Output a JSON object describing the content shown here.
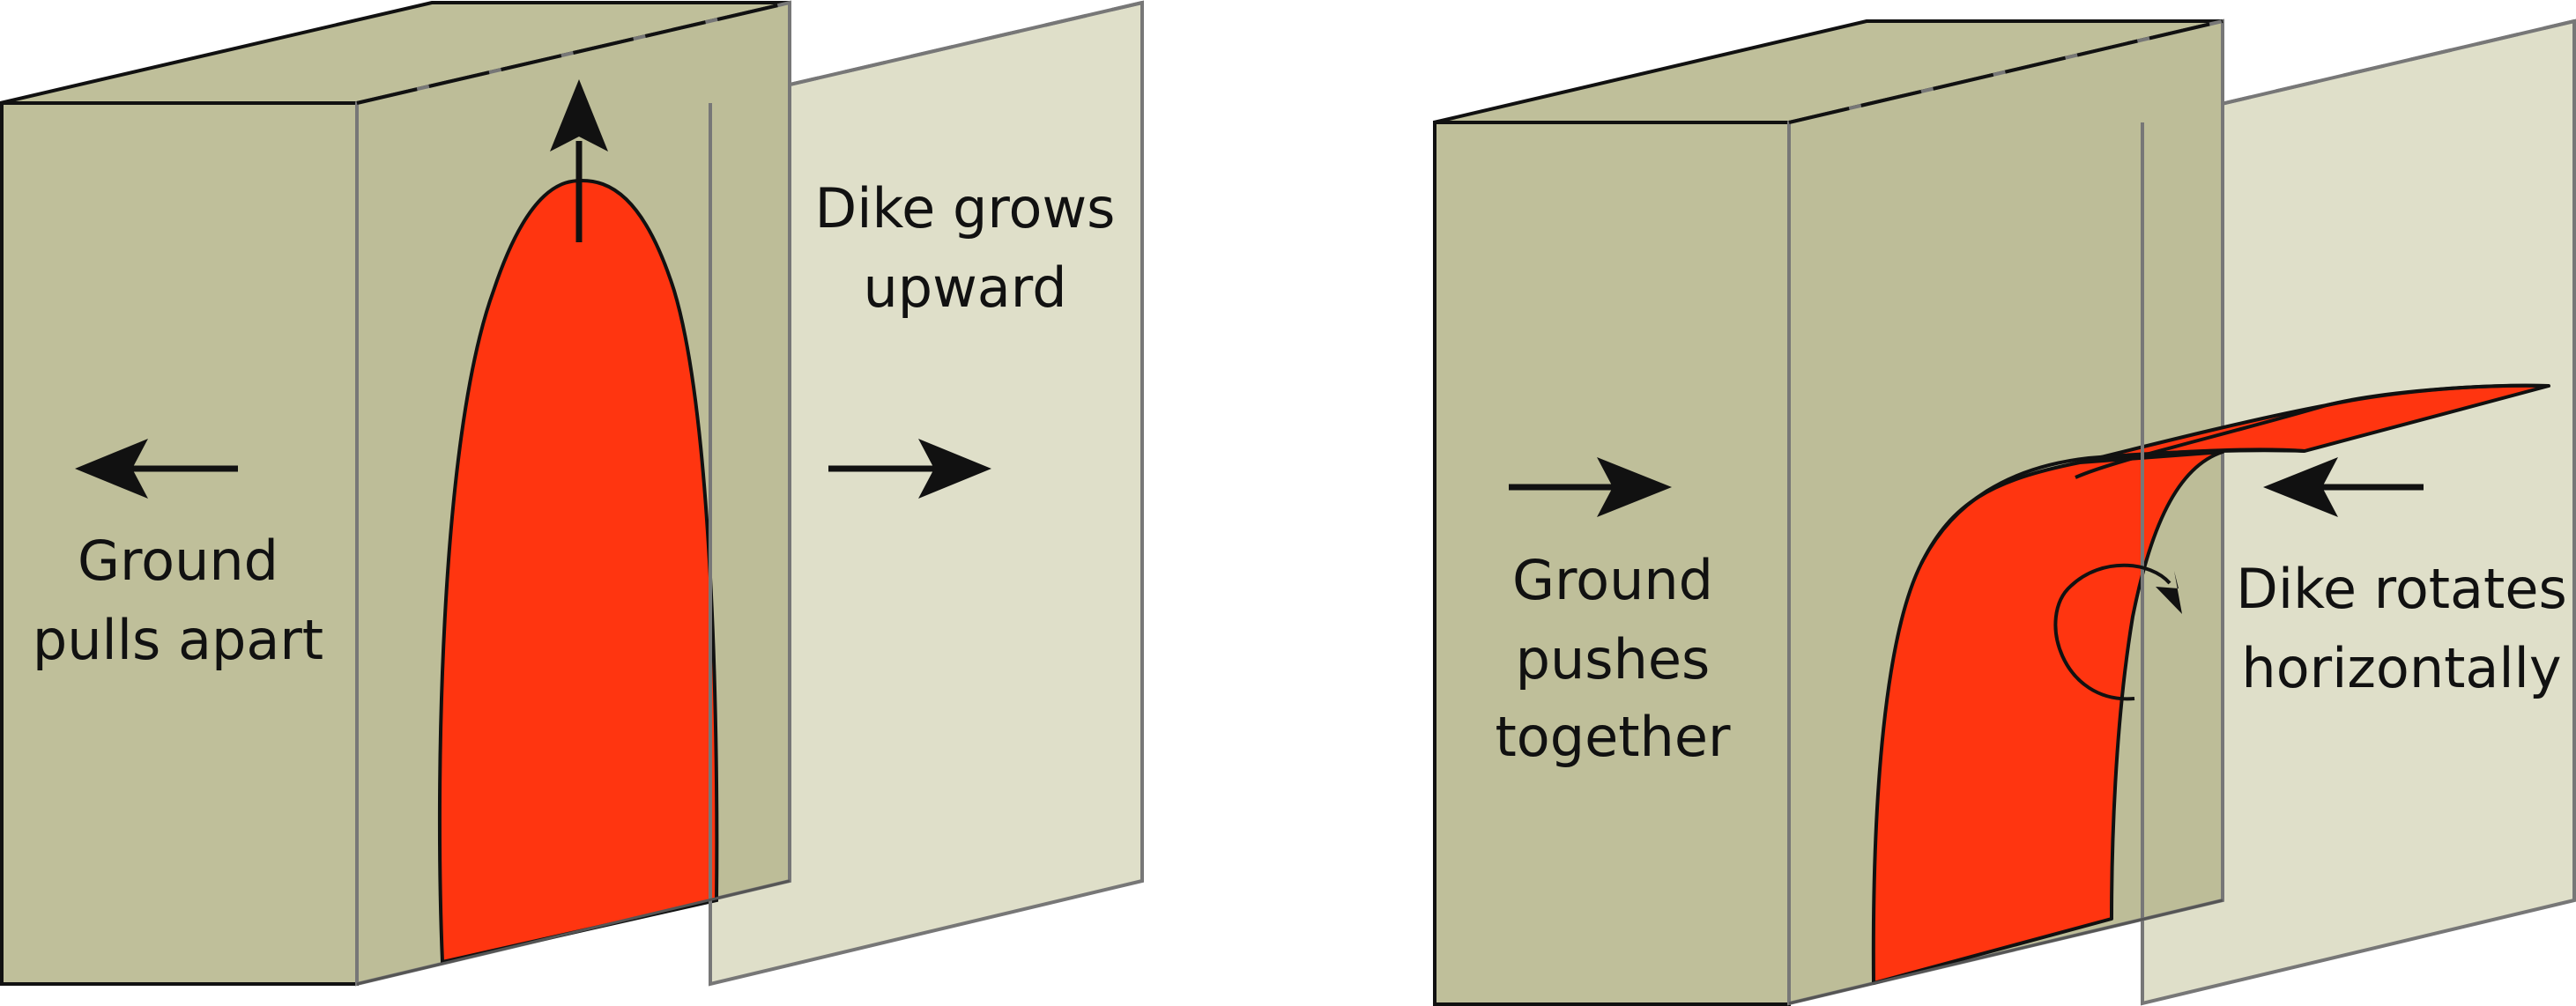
{
  "colors": {
    "front_block": "#BFBF9A",
    "glass": "#BDBD98",
    "far_plane": "#DFDFC9",
    "magma": "#FF3510",
    "stroke": "#111111",
    "glass_stroke": "#777777"
  },
  "panels": {
    "left": {
      "label_ground": [
        "Ground",
        "pulls apart"
      ],
      "label_dike": [
        "Dike grows",
        "upward"
      ]
    },
    "right": {
      "label_ground": [
        "Ground",
        "pushes",
        "together"
      ],
      "label_dike": [
        "Dike rotates",
        "horizontally"
      ]
    }
  },
  "icons": {
    "left_arrow_out_left": "arrow-left-icon",
    "left_arrow_out_right": "arrow-right-icon",
    "left_arrow_up": "arrow-up-icon",
    "right_arrow_in_left": "arrow-right-icon",
    "right_arrow_in_right": "arrow-left-icon",
    "right_rotation": "rotate-clockwise-icon"
  }
}
